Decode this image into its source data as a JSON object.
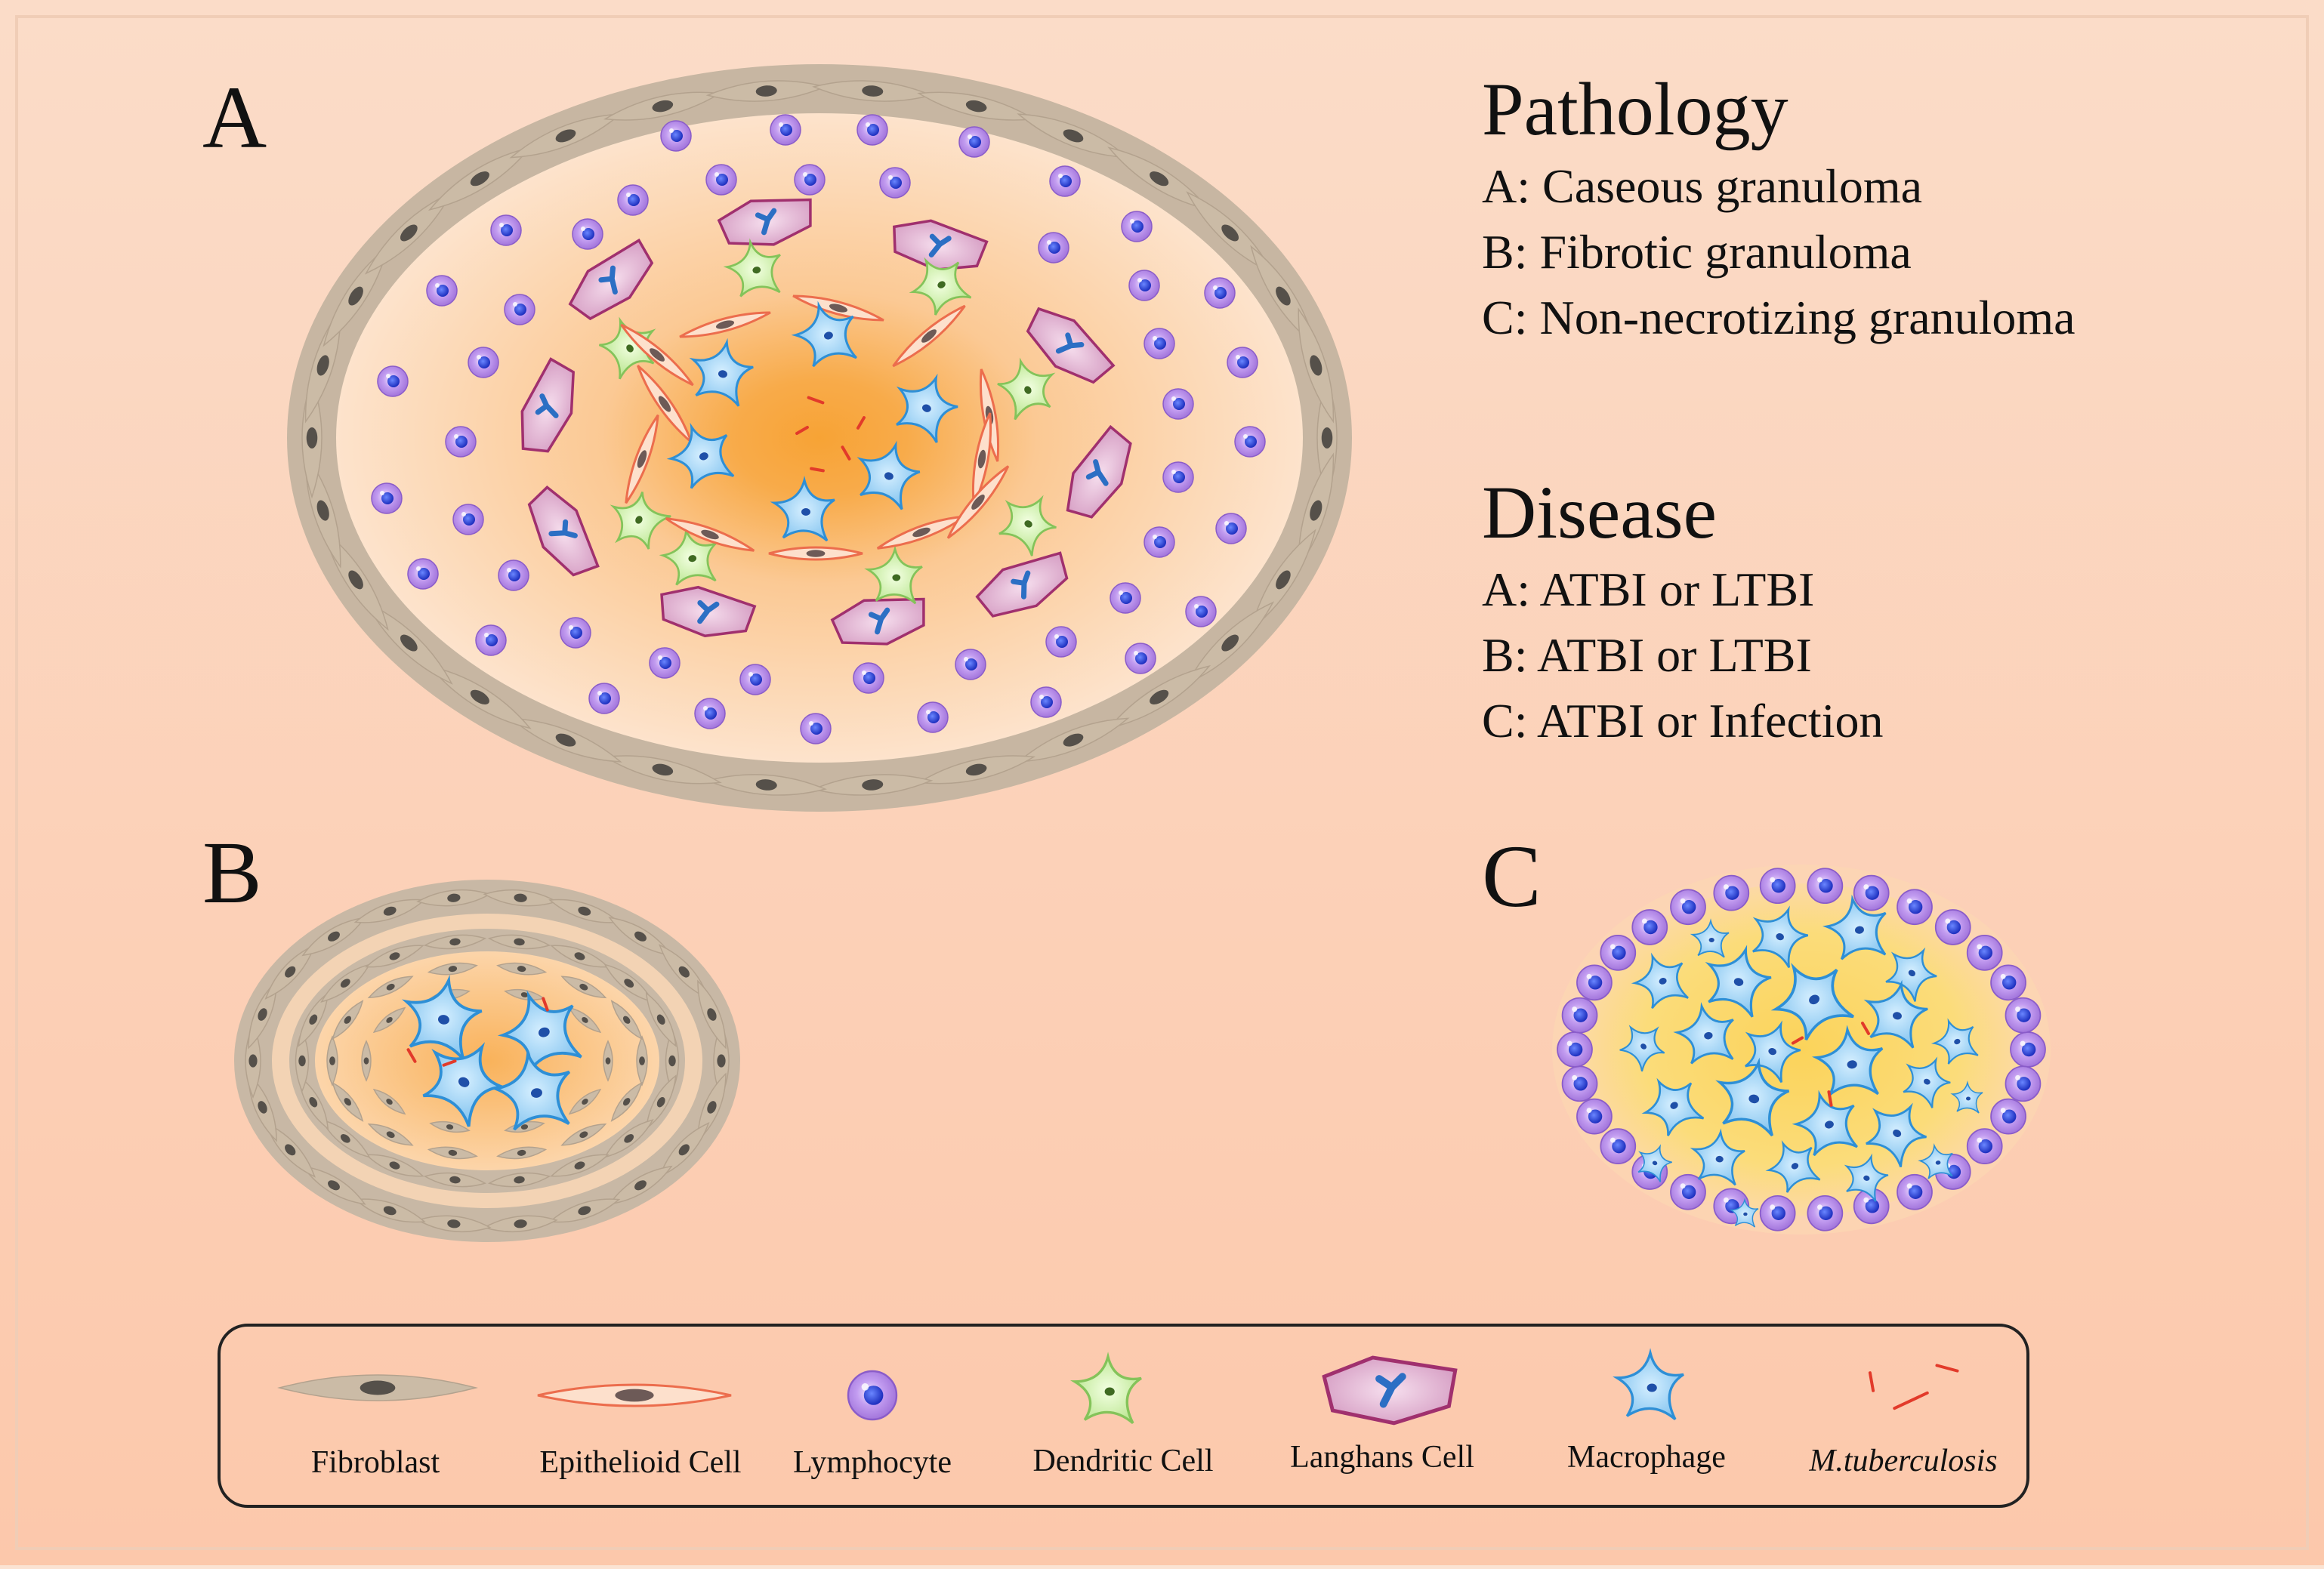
{
  "panels": {
    "a": {
      "letter": "A"
    },
    "b": {
      "letter": "B"
    },
    "c": {
      "letter": "C"
    }
  },
  "pathology": {
    "heading": "Pathology",
    "lines": [
      "A: Caseous granuloma",
      "B: Fibrotic granuloma",
      "C: Non-necrotizing granuloma"
    ]
  },
  "disease": {
    "heading": "Disease",
    "lines": [
      "A: ATBI or LTBI",
      "B: ATBI or LTBI",
      "C: ATBI or Infection"
    ]
  },
  "legend": {
    "items": [
      {
        "id": "fibroblast",
        "label": "Fibroblast"
      },
      {
        "id": "epithelioid",
        "label": "Epithelioid Cell"
      },
      {
        "id": "lymphocyte",
        "label": "Lymphocyte"
      },
      {
        "id": "dendritic",
        "label": "Dendritic Cell"
      },
      {
        "id": "langhans",
        "label": "Langhans Cell"
      },
      {
        "id": "macrophage",
        "label": "Macrophage"
      },
      {
        "id": "mtb",
        "label": "M.tuberculosis"
      }
    ]
  },
  "colors": {
    "background_top": "#fbd9c3",
    "background_bottom": "#fcc7a8",
    "fibroblast": "#cbbba6",
    "fibroblast_nucleus": "#55504a",
    "epithelioid_fill": "#fde0cc",
    "epithelioid_stroke": "#ec6d4d",
    "lymphocyte": "#b48ae8",
    "lymphocyte_nucleus": "#2a3fd6",
    "dendritic": "#c9eda0",
    "dendritic_stroke": "#84c35a",
    "langhans": "#d7a1c7",
    "langhans_stroke": "#a0306e",
    "macrophage": "#8ccbf1",
    "macrophage_stroke": "#2e8fd6",
    "mtb": "#e23a2a",
    "necrosis_core": "#f7a335",
    "granuloma_c_fill": "#fbd86a"
  }
}
